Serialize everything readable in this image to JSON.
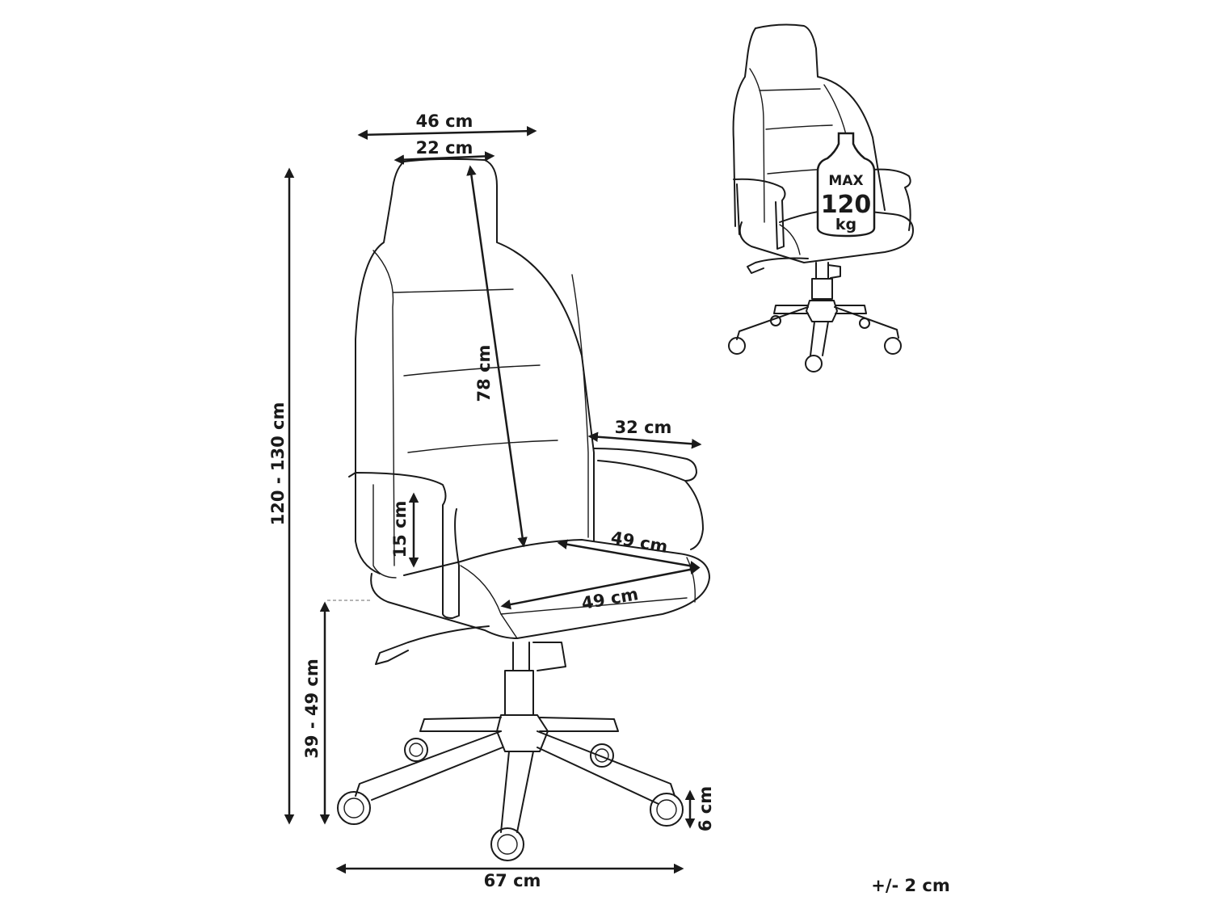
{
  "dimensions": {
    "overall_width_top": "46 cm",
    "headrest_width": "22 cm",
    "backrest_height": "78 cm",
    "armrest_depth": "32 cm",
    "armrest_height": "15 cm",
    "seat_depth": "49 cm",
    "seat_width": "49 cm",
    "total_height": "120 - 130 cm",
    "seat_height": "39 - 49 cm",
    "base_width": "67 cm",
    "wheel_height": "6 cm"
  },
  "tolerance": "+/- 2 cm",
  "weight_badge": {
    "line1": "MAX",
    "line2": "120",
    "line3": "kg"
  },
  "colors": {
    "line": "#1a1a1a",
    "background": "#ffffff"
  }
}
